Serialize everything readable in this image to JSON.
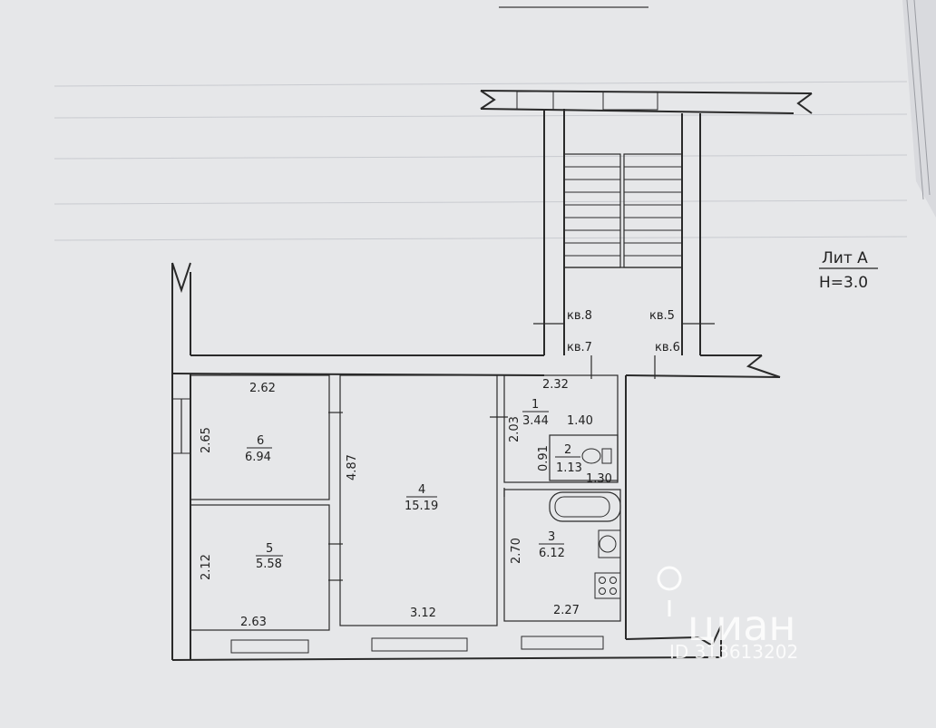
{
  "plan": {
    "lit": "Лит А",
    "height": "H=3.0",
    "apartments": [
      "кв.8",
      "кв.5",
      "кв.7",
      "кв.6"
    ],
    "rooms": [
      {
        "num": "6",
        "area": "6.94"
      },
      {
        "num": "5",
        "area": "5.58"
      },
      {
        "num": "4",
        "area": "15.19"
      },
      {
        "num": "1",
        "area": "3.44"
      },
      {
        "num": "2",
        "area": "1.13"
      },
      {
        "num": "3",
        "area": "6.12"
      }
    ],
    "dimensions": {
      "r6_top": "2.62",
      "r6_left": "2.65",
      "r5_left": "2.12",
      "r5_bottom": "2.63",
      "r4_left": "4.87",
      "r4_bottom": "3.12",
      "r1_top": "2.32",
      "r1_left": "2.03",
      "r1_right": "1.40",
      "r2_left": "0.91",
      "r2_bottom": "1.30",
      "r3_left": "2.70",
      "r3_bottom": "2.27"
    }
  },
  "watermark": {
    "brand": "циан",
    "id": "ID 313613202"
  }
}
